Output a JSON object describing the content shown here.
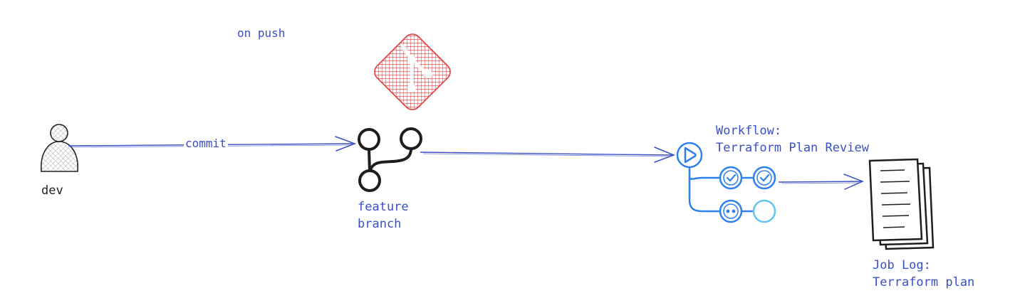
{
  "labels": {
    "trigger": "on push",
    "commit": "commit",
    "actor": "dev",
    "branch_line1": "feature",
    "branch_line2": "branch",
    "workflow_line1": "Workflow:",
    "workflow_line2": "Terraform Plan Review",
    "joblog_line1": "Job Log:",
    "joblog_line2": "Terraform plan"
  },
  "icons": {
    "actor": "person-icon",
    "git": "git-logo-icon",
    "branch": "git-branch-icon",
    "workflow": "play-circle-icon",
    "jobs": [
      "check-circle-icon",
      "check-circle-icon",
      "running-dots-icon",
      "pending-circle-icon"
    ],
    "log": "document-stack-icon"
  },
  "colors": {
    "stroke_blue": "#3b4fc4",
    "workflow_blue": "#2f80ed",
    "pending_blue": "#5ec6f0",
    "git_red": "#e03e3e",
    "ink": "#1e1e1e",
    "actor_fill": "#dcdcdc"
  }
}
